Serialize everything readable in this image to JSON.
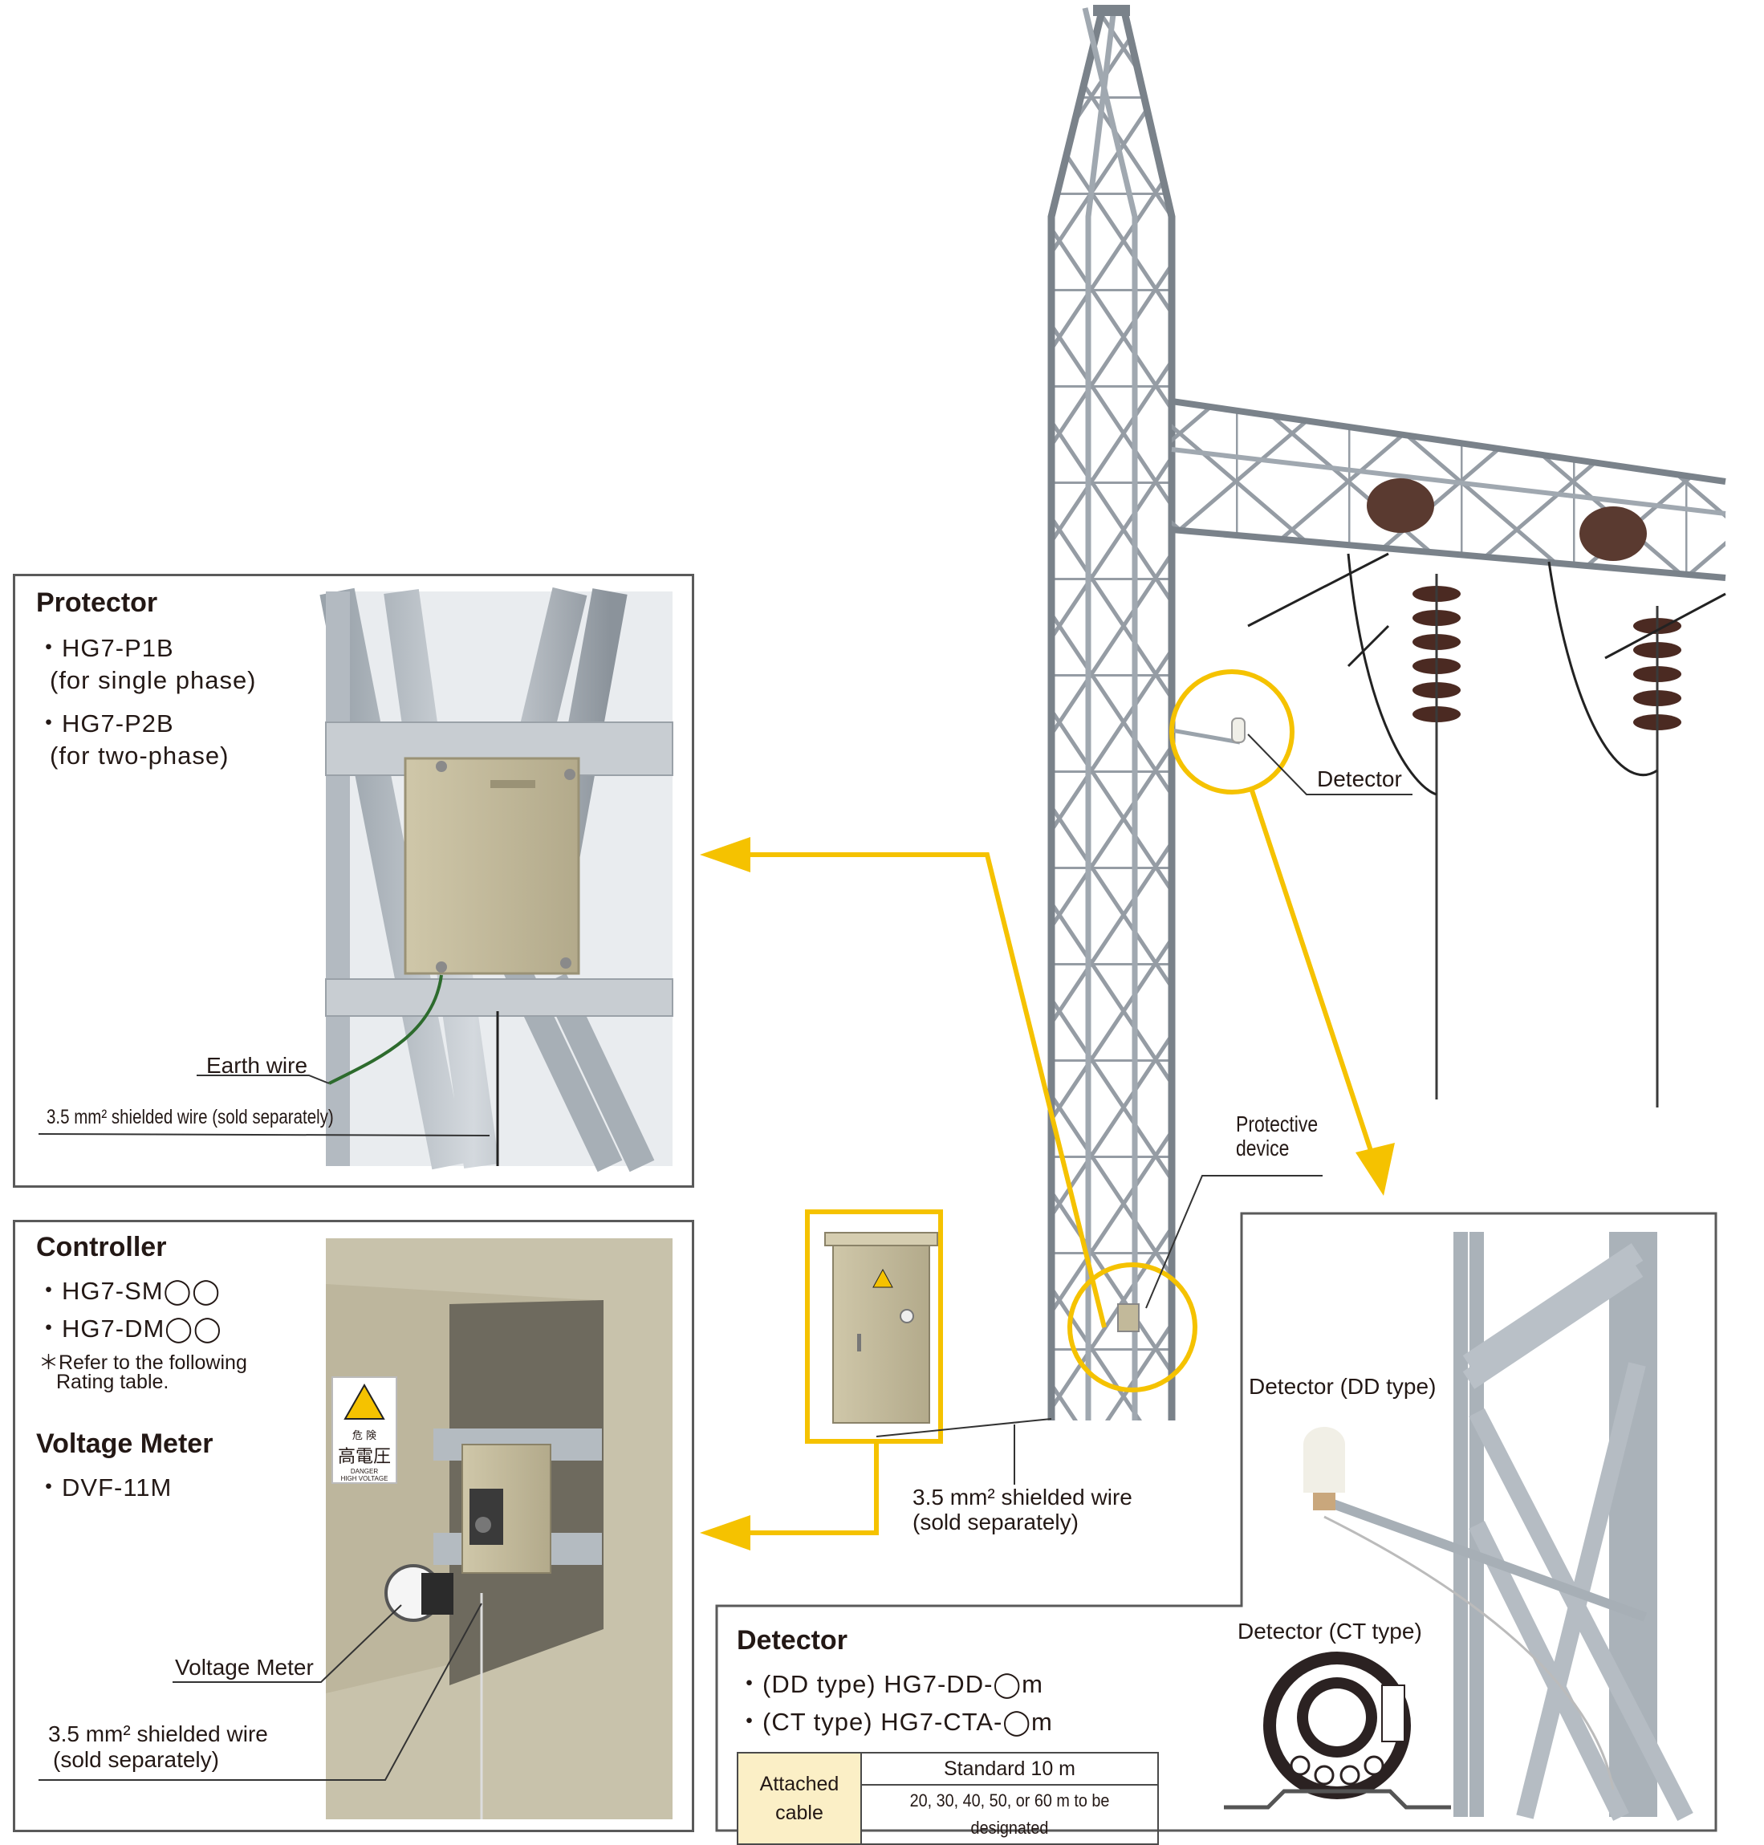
{
  "protector": {
    "title": "Protector",
    "items": [
      "・HG7-P1B",
      "(for single phase)",
      "・HG7-P2B",
      "(for two-phase)"
    ],
    "earth_wire": "Earth wire",
    "shielded_wire": "3.5 mm² shielded wire (sold separately)"
  },
  "controller": {
    "title": "Controller",
    "items": [
      "・HG7-SM◯◯",
      "・HG7-DM◯◯"
    ],
    "note_1": "＊Refer to the following",
    "note_2": "Rating table.",
    "voltage_meter_title": "Voltage Meter",
    "voltage_meter_item": "・DVF-11M",
    "voltage_meter_label": "Voltage Meter",
    "shielded_wire_1": "3.5 mm² shielded wire",
    "shielded_wire_2": "(sold separately)",
    "sign": {
      "line1": "危 険",
      "line2": "高電圧",
      "line3": "DANGER",
      "line4": "HIGH VOLTAGE"
    }
  },
  "tower": {
    "detector_label": "Detector",
    "protective_device_1": "Protective",
    "protective_device_2": "device",
    "shielded_wire_1": "3.5 mm² shielded wire",
    "shielded_wire_2": "(sold separately)"
  },
  "detector": {
    "title": "Detector",
    "items": [
      "・(DD type) HG7-DD-◯m",
      "・(CT type) HG7-CTA-◯m"
    ],
    "dd_label": "Detector (DD type)",
    "ct_label": "Detector (CT type)",
    "cable_header_1": "Attached",
    "cable_header_2": "cable",
    "cable_standard": "Standard 10 m",
    "cable_options": "20, 30, 40, 50, or 60 m to be designated"
  },
  "colors": {
    "accent": "#f5c200",
    "frame": "#5a5a5a",
    "steel": "#b9c0c7",
    "steel_dark": "#7d858d",
    "box": "#c2b99a",
    "wall": "#c8c2ab",
    "insulator": "#4b2a22"
  }
}
